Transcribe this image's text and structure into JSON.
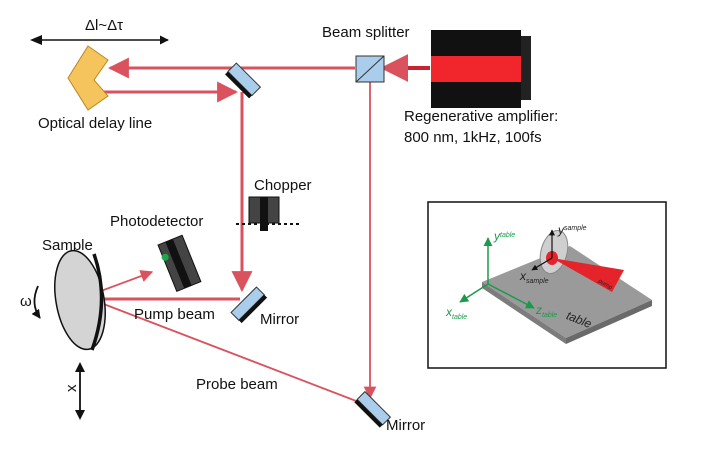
{
  "labels": {
    "delay_range": "Δl~Δτ",
    "beam_splitter": "Beam splitter",
    "optical_delay_line": "Optical delay line",
    "amplifier_line1": "Regenerative amplifier:",
    "amplifier_line2": "800 nm, 1kHz, 100fs",
    "chopper": "Chopper",
    "photodetector": "Photodetector",
    "sample": "Sample",
    "omega": "ω",
    "pump_beam": "Pump beam",
    "mirror_pump": "Mirror",
    "probe_beam": "Probe beam",
    "mirror_probe": "Mirror",
    "x_axis": "x"
  },
  "inset": {
    "y_table_main": "y",
    "y_table_sub": "table",
    "x_table_main": "x",
    "x_table_sub": "table",
    "z_table_main": "z",
    "z_table_sub": "table",
    "y_sample_main": "y",
    "y_sample_sub": "sample",
    "x_sample_main": "x",
    "x_sample_sub": "sample",
    "pump_tag": "pump",
    "table_label": "table"
  },
  "colors": {
    "beam": "#d9525e",
    "beam_dark": "#c8242f",
    "delay_line": "#f6c45c",
    "mirror": "#a9cdea",
    "sample": "#d4d4d4",
    "amplifier_red": "#f0262c",
    "green": "#1a9a4a"
  }
}
